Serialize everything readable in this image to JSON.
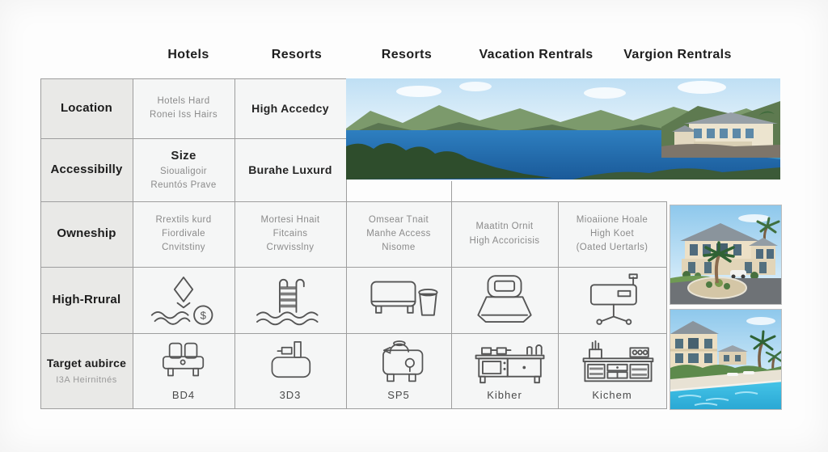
{
  "header": {
    "columns": [
      {
        "label": "Hotels"
      },
      {
        "label": "Resorts"
      },
      {
        "label": "Resorts"
      },
      {
        "label": "Vacation Rentrals"
      },
      {
        "label": "Vargion Rentrals"
      }
    ]
  },
  "row_headers": [
    {
      "label": "Location"
    },
    {
      "label": "Accessibilly"
    },
    {
      "label": "Owneship"
    },
    {
      "label": "High-Rrural"
    },
    {
      "label": "Target aubirce",
      "sub": "I3A Heirnitnés"
    }
  ],
  "cells": {
    "location_hotels": {
      "lines": [
        "Hotels Hard",
        "Ronei Iss Hairs"
      ]
    },
    "location_resorts": {
      "title": "High Accedcy"
    },
    "access_hotels": {
      "title": "Size",
      "lines": [
        "Sioualigoir",
        "Reuntós Prave"
      ]
    },
    "access_resorts": {
      "title": "Burahe Luxurd"
    },
    "owneship_hotels": {
      "lines": [
        "Rrextils kurd",
        "Fiordivale",
        "Cnvitstiny"
      ]
    },
    "owneship_resorts": {
      "lines": [
        "Mortesi Hnait",
        "Fitcains",
        "Crwvisslny"
      ]
    },
    "owneship_resorts2": {
      "lines": [
        "Omsear Tnait",
        "Manhe Access",
        "Nisome"
      ]
    },
    "owneship_vacation": {
      "lines": [
        "Maatitn Ornit",
        "High Accoricisis"
      ]
    },
    "owneship_vargion": {
      "lines": [
        "Mioaiione Hoale",
        "High Koet",
        "(Oated Uertarls)"
      ]
    },
    "amenity_labels": {
      "hotels": "BD4",
      "resorts": "3D3",
      "resorts2": "SP5",
      "vacation": "Kibher",
      "vargion": "Kichem"
    }
  },
  "icons": {
    "row4": [
      "diamond-money-icon",
      "pool-ladder-icon",
      "sofa-trash-icon",
      "bed-icon",
      "sink-table-icon"
    ],
    "row5": [
      "sofa-icon",
      "bathtub-icon",
      "kettle-icon",
      "kitchen-counter-icon",
      "kitchen-unit-icon"
    ]
  },
  "photos": [
    {
      "name": "lake-villa-photo",
      "alt": "Lake with green mountains and a waterfront villa"
    },
    {
      "name": "resort-villa-photo",
      "alt": "Cream resort villa with palm tree and circular driveway"
    },
    {
      "name": "pool-resort-photo",
      "alt": "Resort buildings beside a turquoise swimming pool"
    }
  ],
  "colors": {
    "row_header_bg": "#e9e9e7",
    "cell_bg": "#f5f6f6",
    "grid": "#9e9e9e",
    "text_dark": "#1c1c1c",
    "text_gray": "#8b8b8b"
  },
  "chart_data": {
    "type": "table",
    "title": "Accommodation comparison (Hotels vs Resorts vs Vacation Rentals)",
    "columns": [
      "",
      "Hotels",
      "Resorts",
      "Resorts",
      "Vacation Rentrals",
      "Vargion Rentrals"
    ],
    "rows": [
      [
        "Location",
        "Hotels Hard / Ronei Iss Hairs",
        "High Accedcy",
        "[lake photo]",
        "[lake photo]",
        "[lake photo]"
      ],
      [
        "Accessibilly",
        "Size / Sioualigoir / Reuntós Prave",
        "Burahe Luxurd",
        "[lake photo]",
        "[lake photo]",
        "[lake photo]"
      ],
      [
        "Owneship",
        "Rrextils kurd / Fiordivale / Cnvitstiny",
        "Mortesi Hnait / Fitcains / Crwvisslny",
        "Omsear Tnait / Manhe Access / Nisome",
        "Maatitn Ornit / High Accoricisis",
        "Mioaiione Hoale / High Koet / (Oated Uertarls)"
      ],
      [
        "High-Rrural",
        "[diamond-money icon]",
        "[pool-ladder icon]",
        "[sofa-trash icon]",
        "[bed icon]",
        "[sink-table icon]"
      ],
      [
        "Target aubirce (I3A Heirnitnés)",
        "[sofa icon] BD4",
        "[bathtub icon] 3D3",
        "[kettle icon] SP5",
        "[kitchen-counter icon] Kibher",
        "[kitchen-unit icon] Kichem"
      ]
    ],
    "layout": "grid table; photo column on right side for rows 3-5; panorama photo spans rows 1-2 of columns 3-6"
  }
}
